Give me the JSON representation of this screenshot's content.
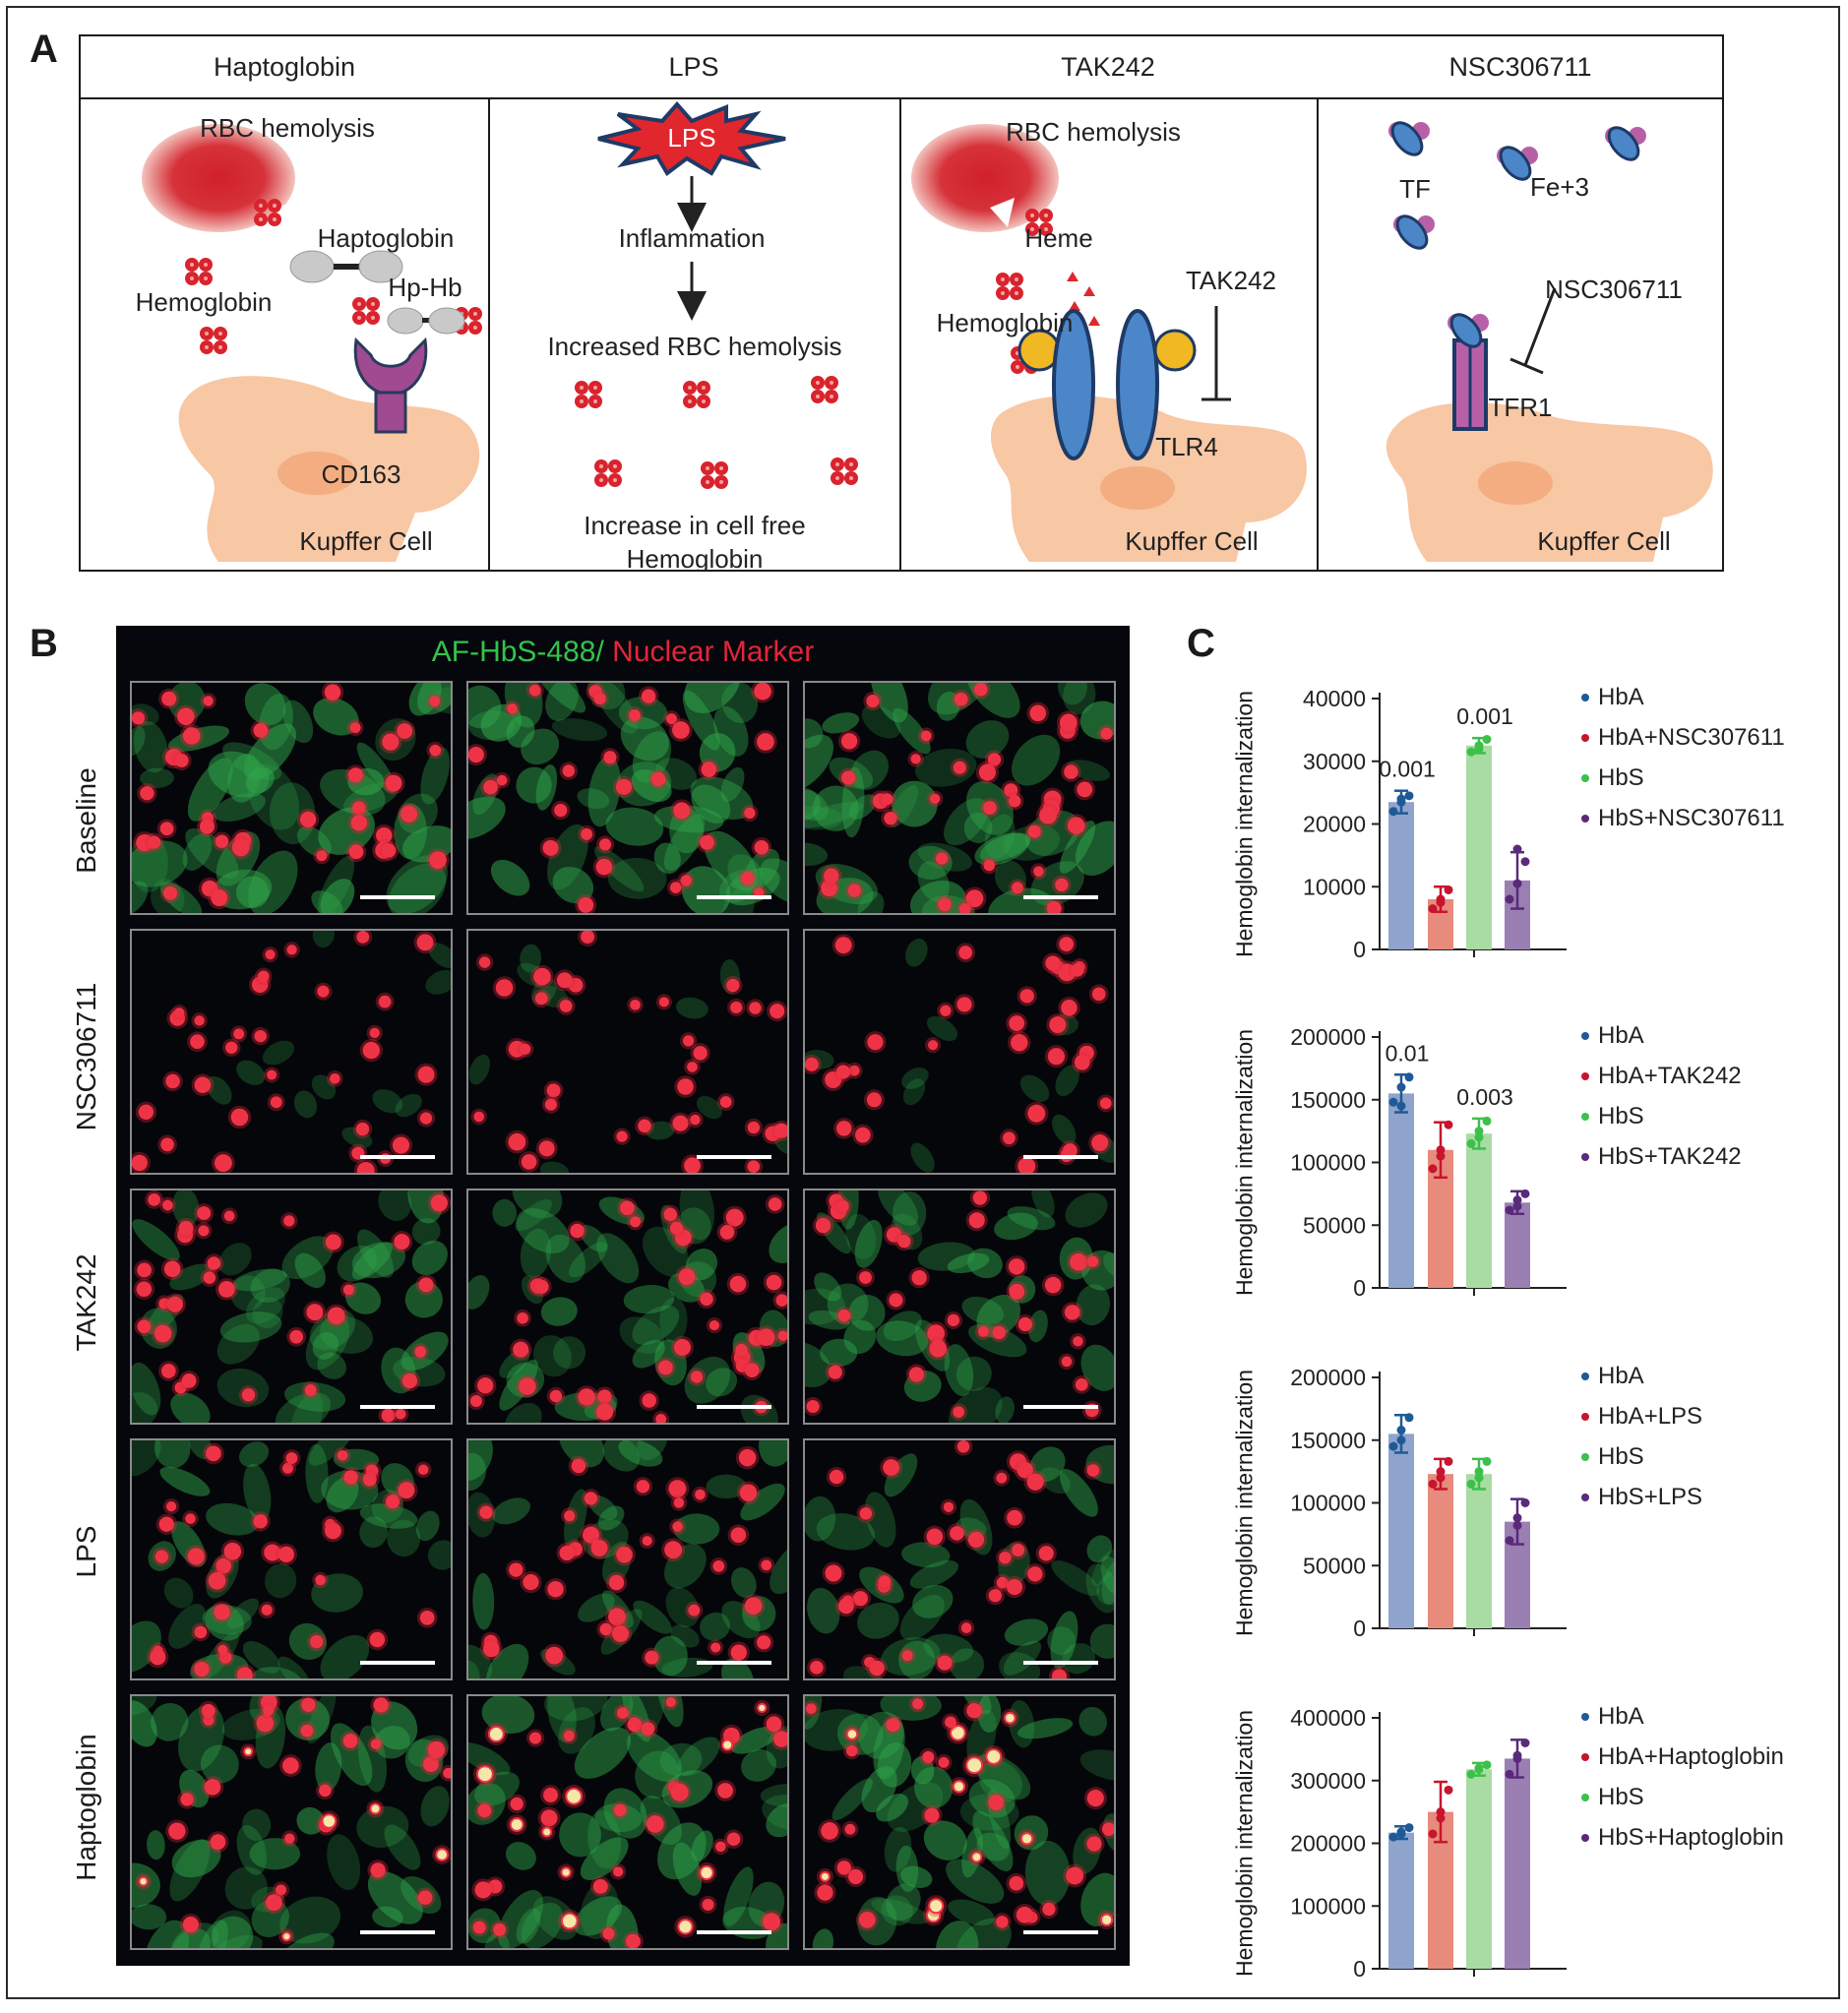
{
  "panels": {
    "a": "A",
    "b": "B",
    "c": "C"
  },
  "panel_a": {
    "headers": [
      "Haptoglobin",
      "LPS",
      "TAK242",
      "NSC306711"
    ],
    "col1": {
      "rbc": "RBC hemolysis",
      "haptoglobin": "Haptoglobin",
      "hemoglobin": "Hemoglobin",
      "hphb": "Hp-Hb",
      "cd163": "CD163",
      "cell": "Kupffer Cell"
    },
    "col2": {
      "lps": "LPS",
      "inflammation": "Inflammation",
      "increased": "Increased RBC hemolysis",
      "increase1": "Increase in cell free",
      "increase2": "Hemoglobin"
    },
    "col3": {
      "rbc": "RBC hemolysis",
      "heme": "Heme",
      "tak242": "TAK242",
      "hemoglobin": "Hemoglobin",
      "tlr4": "TLR4",
      "cell": "Kupffer Cell"
    },
    "col4": {
      "tf": "TF",
      "fe": "Fe+3",
      "nsc": "NSC306711",
      "tfr1": "TFR1",
      "cell": "Kupffer Cell"
    }
  },
  "panel_b": {
    "title_green": "AF-HbS-488/",
    "title_red": "Nuclear Marker",
    "rows": [
      "Baseline",
      "NSC306711",
      "TAK242",
      "LPS",
      "Haptoglobin"
    ],
    "colors": {
      "green": "#34c24c",
      "red": "#e2253a",
      "background": "#06070c"
    },
    "green_intensity": [
      0.75,
      0.12,
      0.6,
      0.55,
      0.7
    ]
  },
  "chart_data": [
    {
      "type": "bar",
      "ylabel": "Hemoglobin internalization",
      "ylim": [
        0,
        40000
      ],
      "yticks": [
        "0",
        "10000",
        "20000",
        "30000",
        "40000"
      ],
      "categories": [
        "HbA",
        "HbA+NSC307611",
        "HbS",
        "HbS+NSC307611"
      ],
      "values": [
        23500,
        8000,
        32500,
        11000
      ],
      "errors": [
        1800,
        2000,
        1200,
        4500
      ],
      "points": [
        [
          22000,
          23500,
          24500,
          24000
        ],
        [
          6500,
          7500,
          9500,
          8000
        ],
        [
          31500,
          32500,
          33500,
          32000
        ],
        [
          8000,
          10500,
          14000,
          16000
        ]
      ],
      "annotations": [
        {
          "bar": 0,
          "text": "0.001"
        },
        {
          "bar": 2,
          "text": "0.001"
        }
      ]
    },
    {
      "type": "bar",
      "ylabel": "Hemoglobin internalization",
      "ylim": [
        0,
        200000
      ],
      "yticks": [
        "0",
        "50000",
        "100000",
        "150000",
        "200000"
      ],
      "categories": [
        "HbA",
        "HbA+TAK242",
        "HbS",
        "HbS+TAK242"
      ],
      "values": [
        155000,
        110000,
        123000,
        68000
      ],
      "errors": [
        15000,
        22000,
        12000,
        9000
      ],
      "points": [
        [
          148000,
          160000,
          168000,
          145000
        ],
        [
          95000,
          110000,
          130000,
          105000
        ],
        [
          115000,
          125000,
          133000,
          120000
        ],
        [
          62000,
          70000,
          75000,
          65000
        ]
      ],
      "annotations": [
        {
          "bar": 0,
          "text": "0.01"
        },
        {
          "bar": 2,
          "text": "0.003"
        }
      ]
    },
    {
      "type": "bar",
      "ylabel": "Hemoglobin internalization",
      "ylim": [
        0,
        200000
      ],
      "yticks": [
        "0",
        "50000",
        "100000",
        "150000",
        "200000"
      ],
      "categories": [
        "HbA",
        "HbA+LPS",
        "HbS",
        "HbS+LPS"
      ],
      "values": [
        155000,
        123000,
        123000,
        85000
      ],
      "errors": [
        15000,
        12000,
        12000,
        18000
      ],
      "points": [
        [
          145000,
          158000,
          168000,
          150000
        ],
        [
          115000,
          125000,
          133000,
          120000
        ],
        [
          115000,
          125000,
          133000,
          120000
        ],
        [
          70000,
          88000,
          100000,
          82000
        ]
      ],
      "annotations": []
    },
    {
      "type": "bar",
      "ylabel": "Hemoglobin internalization",
      "ylim": [
        0,
        400000
      ],
      "yticks": [
        "0",
        "100000",
        "200000",
        "300000",
        "400000"
      ],
      "categories": [
        "HbA",
        "HbA+Haptoglobin",
        "HbS",
        "HbS+Haptoglobin"
      ],
      "values": [
        217000,
        250000,
        318000,
        335000
      ],
      "errors": [
        10000,
        48000,
        10000,
        30000
      ],
      "points": [
        [
          210000,
          218000,
          225000,
          215000
        ],
        [
          215000,
          250000,
          285000,
          240000
        ],
        [
          310000,
          318000,
          325000,
          320000
        ],
        [
          310000,
          335000,
          360000,
          340000
        ]
      ],
      "annotations": []
    }
  ],
  "series_colors": {
    "bars": [
      "#8fa4cc",
      "#e78b7c",
      "#a9dca2",
      "#9a7fb3"
    ],
    "dots": [
      "#1f5a96",
      "#c8142f",
      "#3cc04a",
      "#5a2a7a"
    ],
    "error": [
      "#1f5a96",
      "#c8142f",
      "#3cc04a",
      "#5a2a7a"
    ]
  }
}
